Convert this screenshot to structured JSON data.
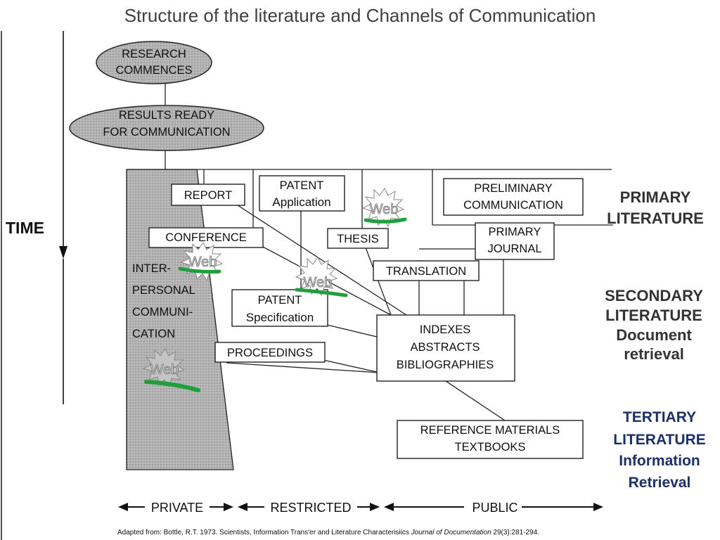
{
  "title": "Structure of the literature and Channels of Communication",
  "time_axis": {
    "label": "TIME"
  },
  "ellipses": {
    "research": [
      "RESEARCH",
      "COMMENCES"
    ],
    "results": [
      "RESULTS READY",
      "FOR COMMUNICATION"
    ]
  },
  "boxes": {
    "report": "REPORT",
    "patent_application": [
      "PATENT",
      "Application"
    ],
    "preliminary_communication": [
      "PRELIMINARY",
      "COMMUNICATION"
    ],
    "conference": "CONFERENCE",
    "thesis": "THESIS",
    "primary_journal": [
      "PRIMARY",
      "JOURNAL"
    ],
    "translation": "TRANSLATION",
    "patent_specification": [
      "PATENT",
      "Specification"
    ],
    "proceedings": "PROCEEDINGS",
    "indexes": [
      "INDEXES",
      "ABSTRACTS",
      "BIBLIOGRAPHIES"
    ],
    "reference": [
      "REFERENCE MATERIALS",
      "TEXTBOOKS"
    ]
  },
  "interpersonal": [
    "INTER-",
    "PERSONAL",
    "COMMUNI-",
    "CATION"
  ],
  "web_badge": "Web",
  "side_labels": {
    "primary": [
      "PRIMARY",
      "LITERATURE"
    ],
    "secondary": [
      "SECONDARY",
      "LITERATURE",
      "Document",
      "retrieval"
    ],
    "tertiary": [
      "TERTIARY",
      "LITERATURE",
      "Information",
      "Retrieval"
    ]
  },
  "colors": {
    "tertiary_text": "#1a2f6e",
    "web_mark": "#1fa03a",
    "shade": "#a8a8a8"
  },
  "scale": {
    "private": "PRIVATE",
    "restricted": "RESTRICTED",
    "public": "PUBLIC"
  },
  "citation": {
    "prefix": "Adapted from: Bottle, R.T. 1973.  Scientists, Information Trans'er and Literature Characterisiics",
    "journal": "Journal of Documentation",
    "suffix": "29(3):281-294."
  }
}
